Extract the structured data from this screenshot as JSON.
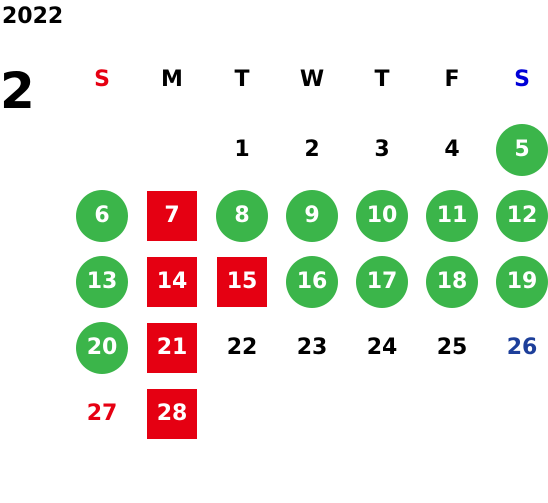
{
  "year": "2022",
  "month": "2",
  "weekdays": [
    {
      "label": "S",
      "color": "#e60012"
    },
    {
      "label": "M",
      "color": "#000000"
    },
    {
      "label": "T",
      "color": "#000000"
    },
    {
      "label": "W",
      "color": "#000000"
    },
    {
      "label": "T",
      "color": "#000000"
    },
    {
      "label": "F",
      "color": "#000000"
    },
    {
      "label": "S",
      "color": "#0000d8"
    }
  ],
  "days": [
    {
      "d": "1"
    },
    {
      "d": "2"
    },
    {
      "d": "3"
    },
    {
      "d": "4"
    },
    {
      "d": "5"
    },
    {
      "d": "6"
    },
    {
      "d": "7"
    },
    {
      "d": "8"
    },
    {
      "d": "9"
    },
    {
      "d": "10"
    },
    {
      "d": "11"
    },
    {
      "d": "12"
    },
    {
      "d": "13"
    },
    {
      "d": "14"
    },
    {
      "d": "15"
    },
    {
      "d": "16"
    },
    {
      "d": "17"
    },
    {
      "d": "18"
    },
    {
      "d": "19"
    },
    {
      "d": "20"
    },
    {
      "d": "21"
    },
    {
      "d": "22"
    },
    {
      "d": "23"
    },
    {
      "d": "24"
    },
    {
      "d": "25"
    },
    {
      "d": "26"
    },
    {
      "d": "27"
    },
    {
      "d": "28"
    }
  ],
  "colors": {
    "green_marker": "#3bb54a",
    "red_marker": "#e50012",
    "sunday_text": "#e60012",
    "saturday_text": "#1d3f9a"
  }
}
